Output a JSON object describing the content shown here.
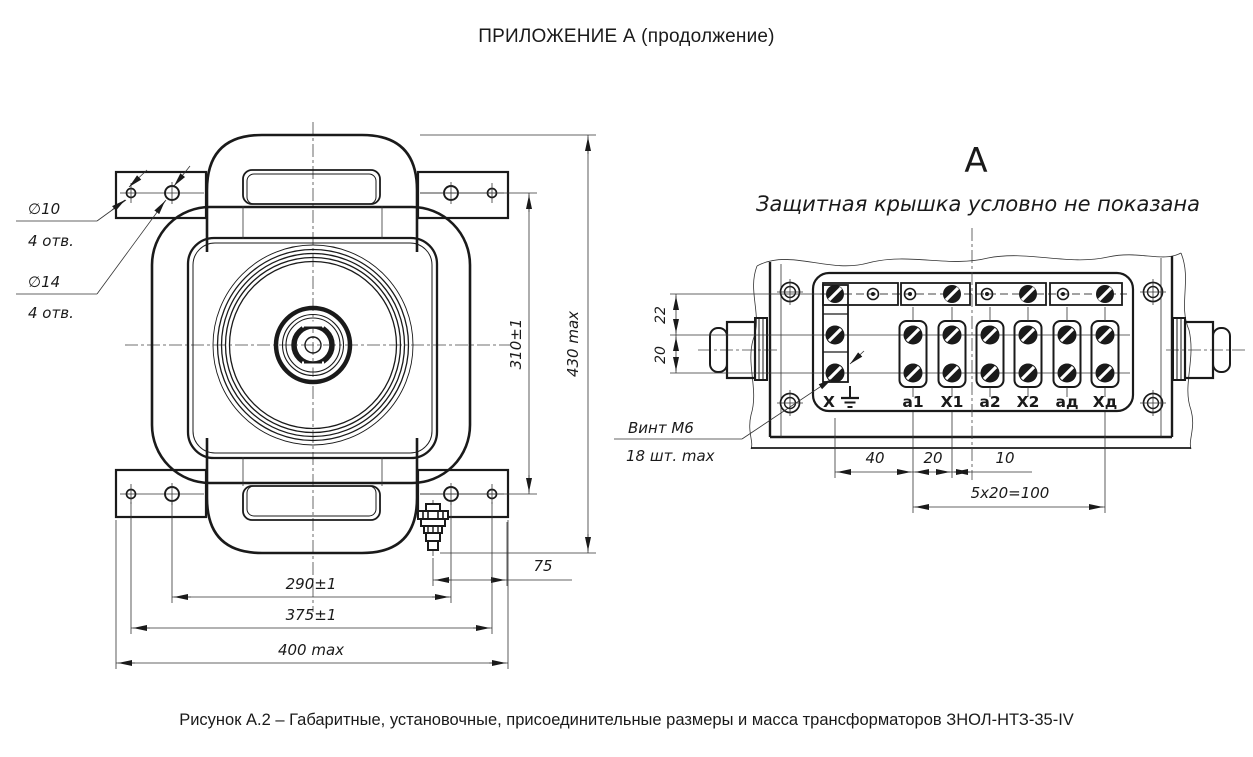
{
  "page": {
    "title": "ПРИЛОЖЕНИЕ А (продолжение)",
    "caption": "Рисунок А.2 – Габаритные, установочные, присоединительные размеры и масса трансформаторов ЗНОЛ-НТЗ-35-IV"
  },
  "left_view": {
    "callout_d10": "∅10",
    "callout_d10_qty": "4 отв.",
    "callout_d14": "∅14",
    "callout_d14_qty": "4 отв.",
    "dim_310": "310±1",
    "dim_430": "430 max",
    "dim_290": "290±1",
    "dim_375": "375±1",
    "dim_400": "400 max",
    "dim_75": "75"
  },
  "right_view": {
    "view_label": "А",
    "note": "Защитная крышка условно не показана",
    "screw_callout_1": "Винт М6",
    "screw_callout_2": "18 шт. max",
    "dim_row_1": "22",
    "dim_row_2": "20",
    "dim_40": "40",
    "dim_20": "20",
    "dim_10": "10",
    "dim_pitch": "5x20=100",
    "terminals": [
      "Х",
      "а1",
      "Х1",
      "а2",
      "Х2",
      "ад",
      "Хд"
    ]
  },
  "colors": {
    "line": "#1a1a1a",
    "paper": "#ffffff"
  }
}
